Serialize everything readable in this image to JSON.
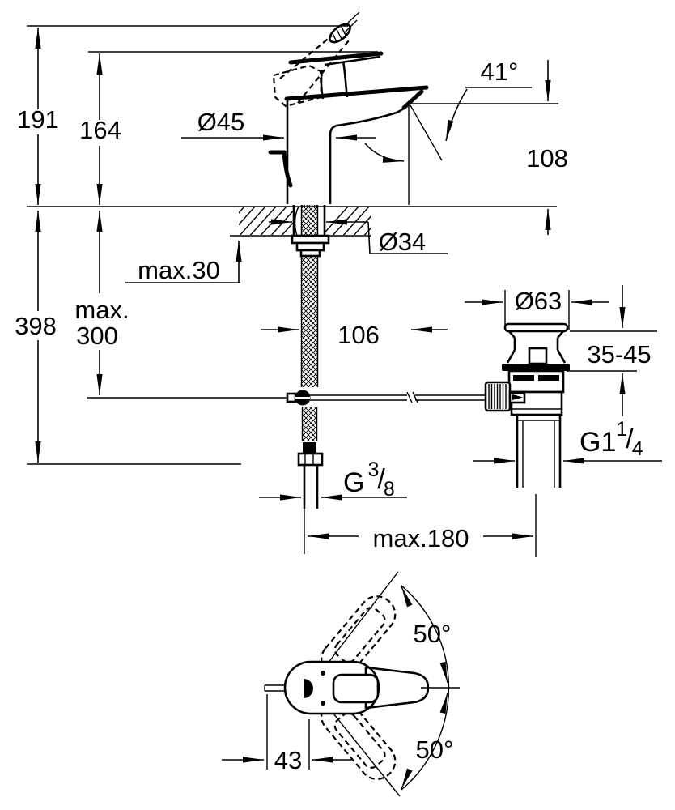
{
  "labels": {
    "height_overall": "191",
    "height_lever": "164",
    "body_diameter": "Ø45",
    "spout_angle": "41°",
    "spout_height": "108",
    "hole_diameter": "Ø34",
    "deck_max": "max.30",
    "total_depth": "398",
    "hose_max_line1": "max.",
    "hose_max_line2": "300",
    "spout_reach": "106",
    "waste_cap_diameter": "Ø63",
    "waste_adjust": "35-45",
    "waste_thread_base": "G1",
    "waste_thread_sup": "1",
    "waste_thread_slash": "/",
    "waste_thread_sub": "4",
    "supply_thread_base": "G",
    "supply_thread_sup": "3",
    "supply_thread_slash": "/",
    "supply_thread_sub": "8",
    "rod_max": "max.180",
    "swivel_upper": "50°",
    "swivel_lower": "50°",
    "handle_width": "43"
  },
  "colors": {
    "line": "#000000",
    "background": "#ffffff"
  }
}
